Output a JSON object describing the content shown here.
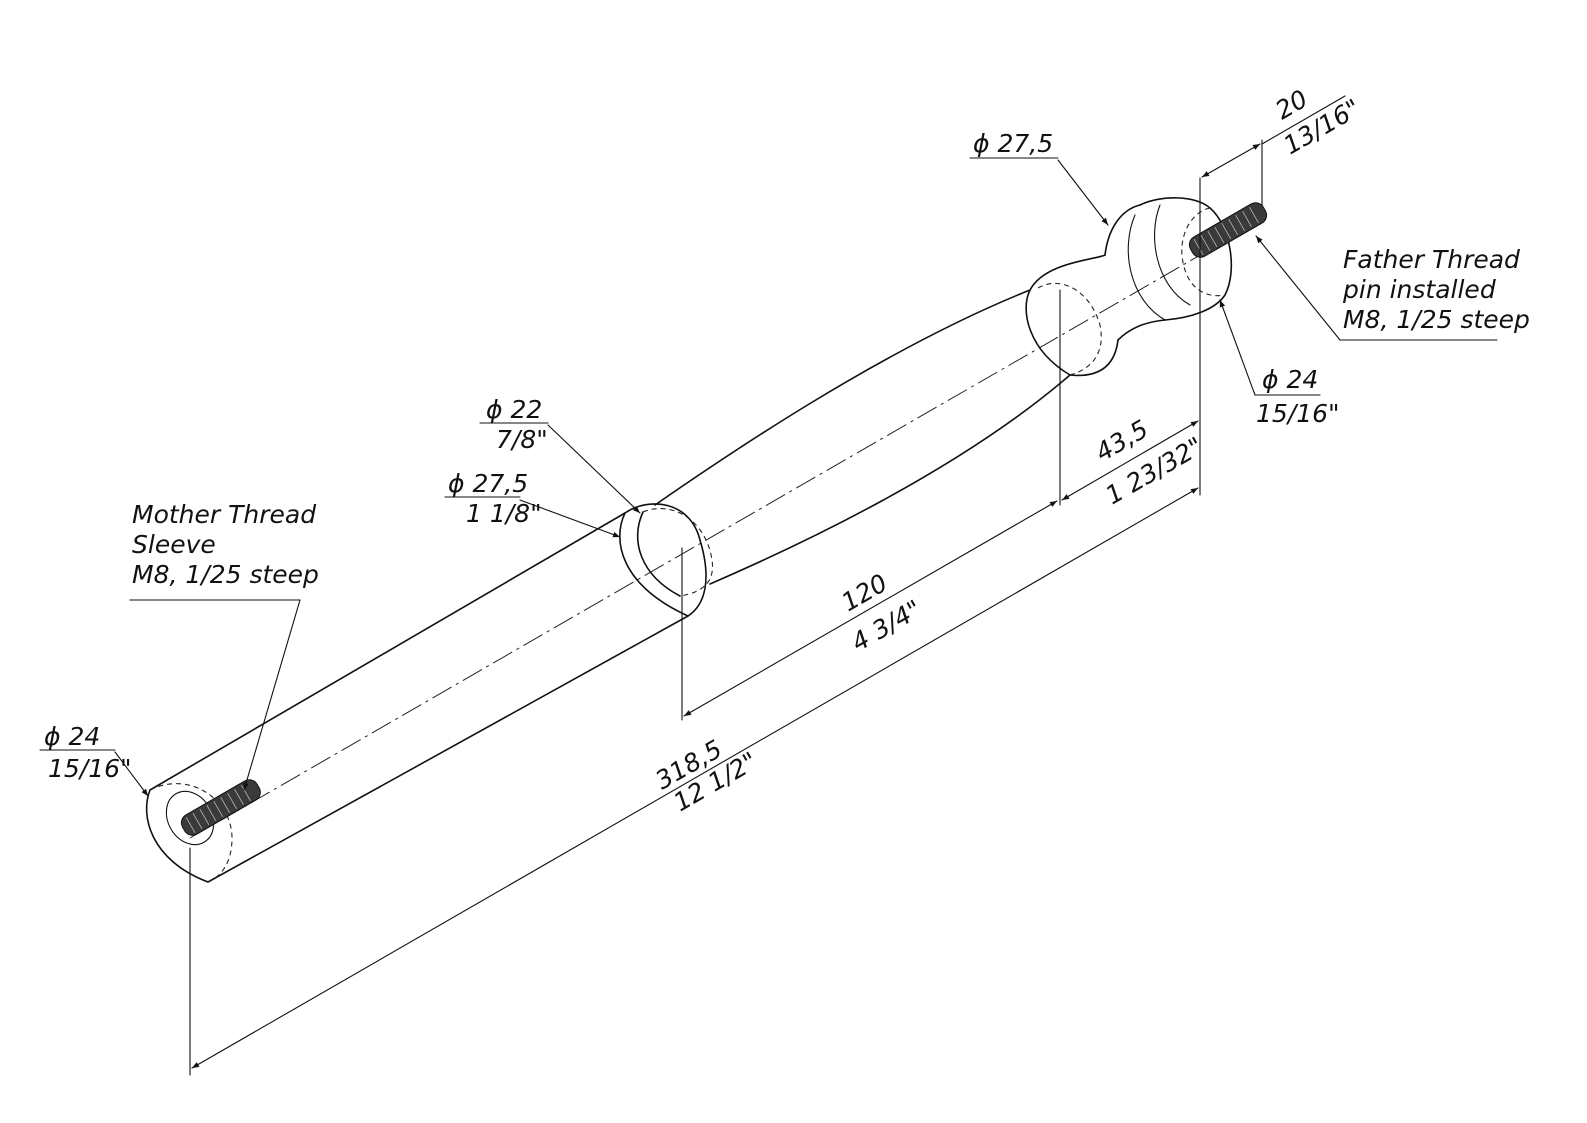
{
  "labels": {
    "mother_thread_line1": "Mother Thread",
    "mother_thread_line2": "Sleeve",
    "mother_thread_line3": "M8, 1/25 steep",
    "father_thread_line1": "Father Thread",
    "father_thread_line2": "pin installed",
    "father_thread_line3": "M8, 1/25 steep"
  },
  "dimensions": {
    "left_end_dia": "ϕ 24",
    "left_end_dia_in": "15/16\"",
    "collar_dia": "ϕ 27,5",
    "collar_dia_in": "1 1/8\"",
    "neck_dia": "ϕ 22",
    "neck_dia_in": "7/8\"",
    "top_collar_dia": "ϕ 27,5",
    "right_end_dia": "ϕ 24",
    "right_end_dia_in": "15/16\"",
    "pin_length": "20",
    "pin_length_in": "13/16\"",
    "head_length": "43,5",
    "head_length_in": "1 23/32\"",
    "mid_length": "120",
    "mid_length_in": "4 3/4\"",
    "total_length": "318,5",
    "total_length_in": "12 1/2\""
  }
}
